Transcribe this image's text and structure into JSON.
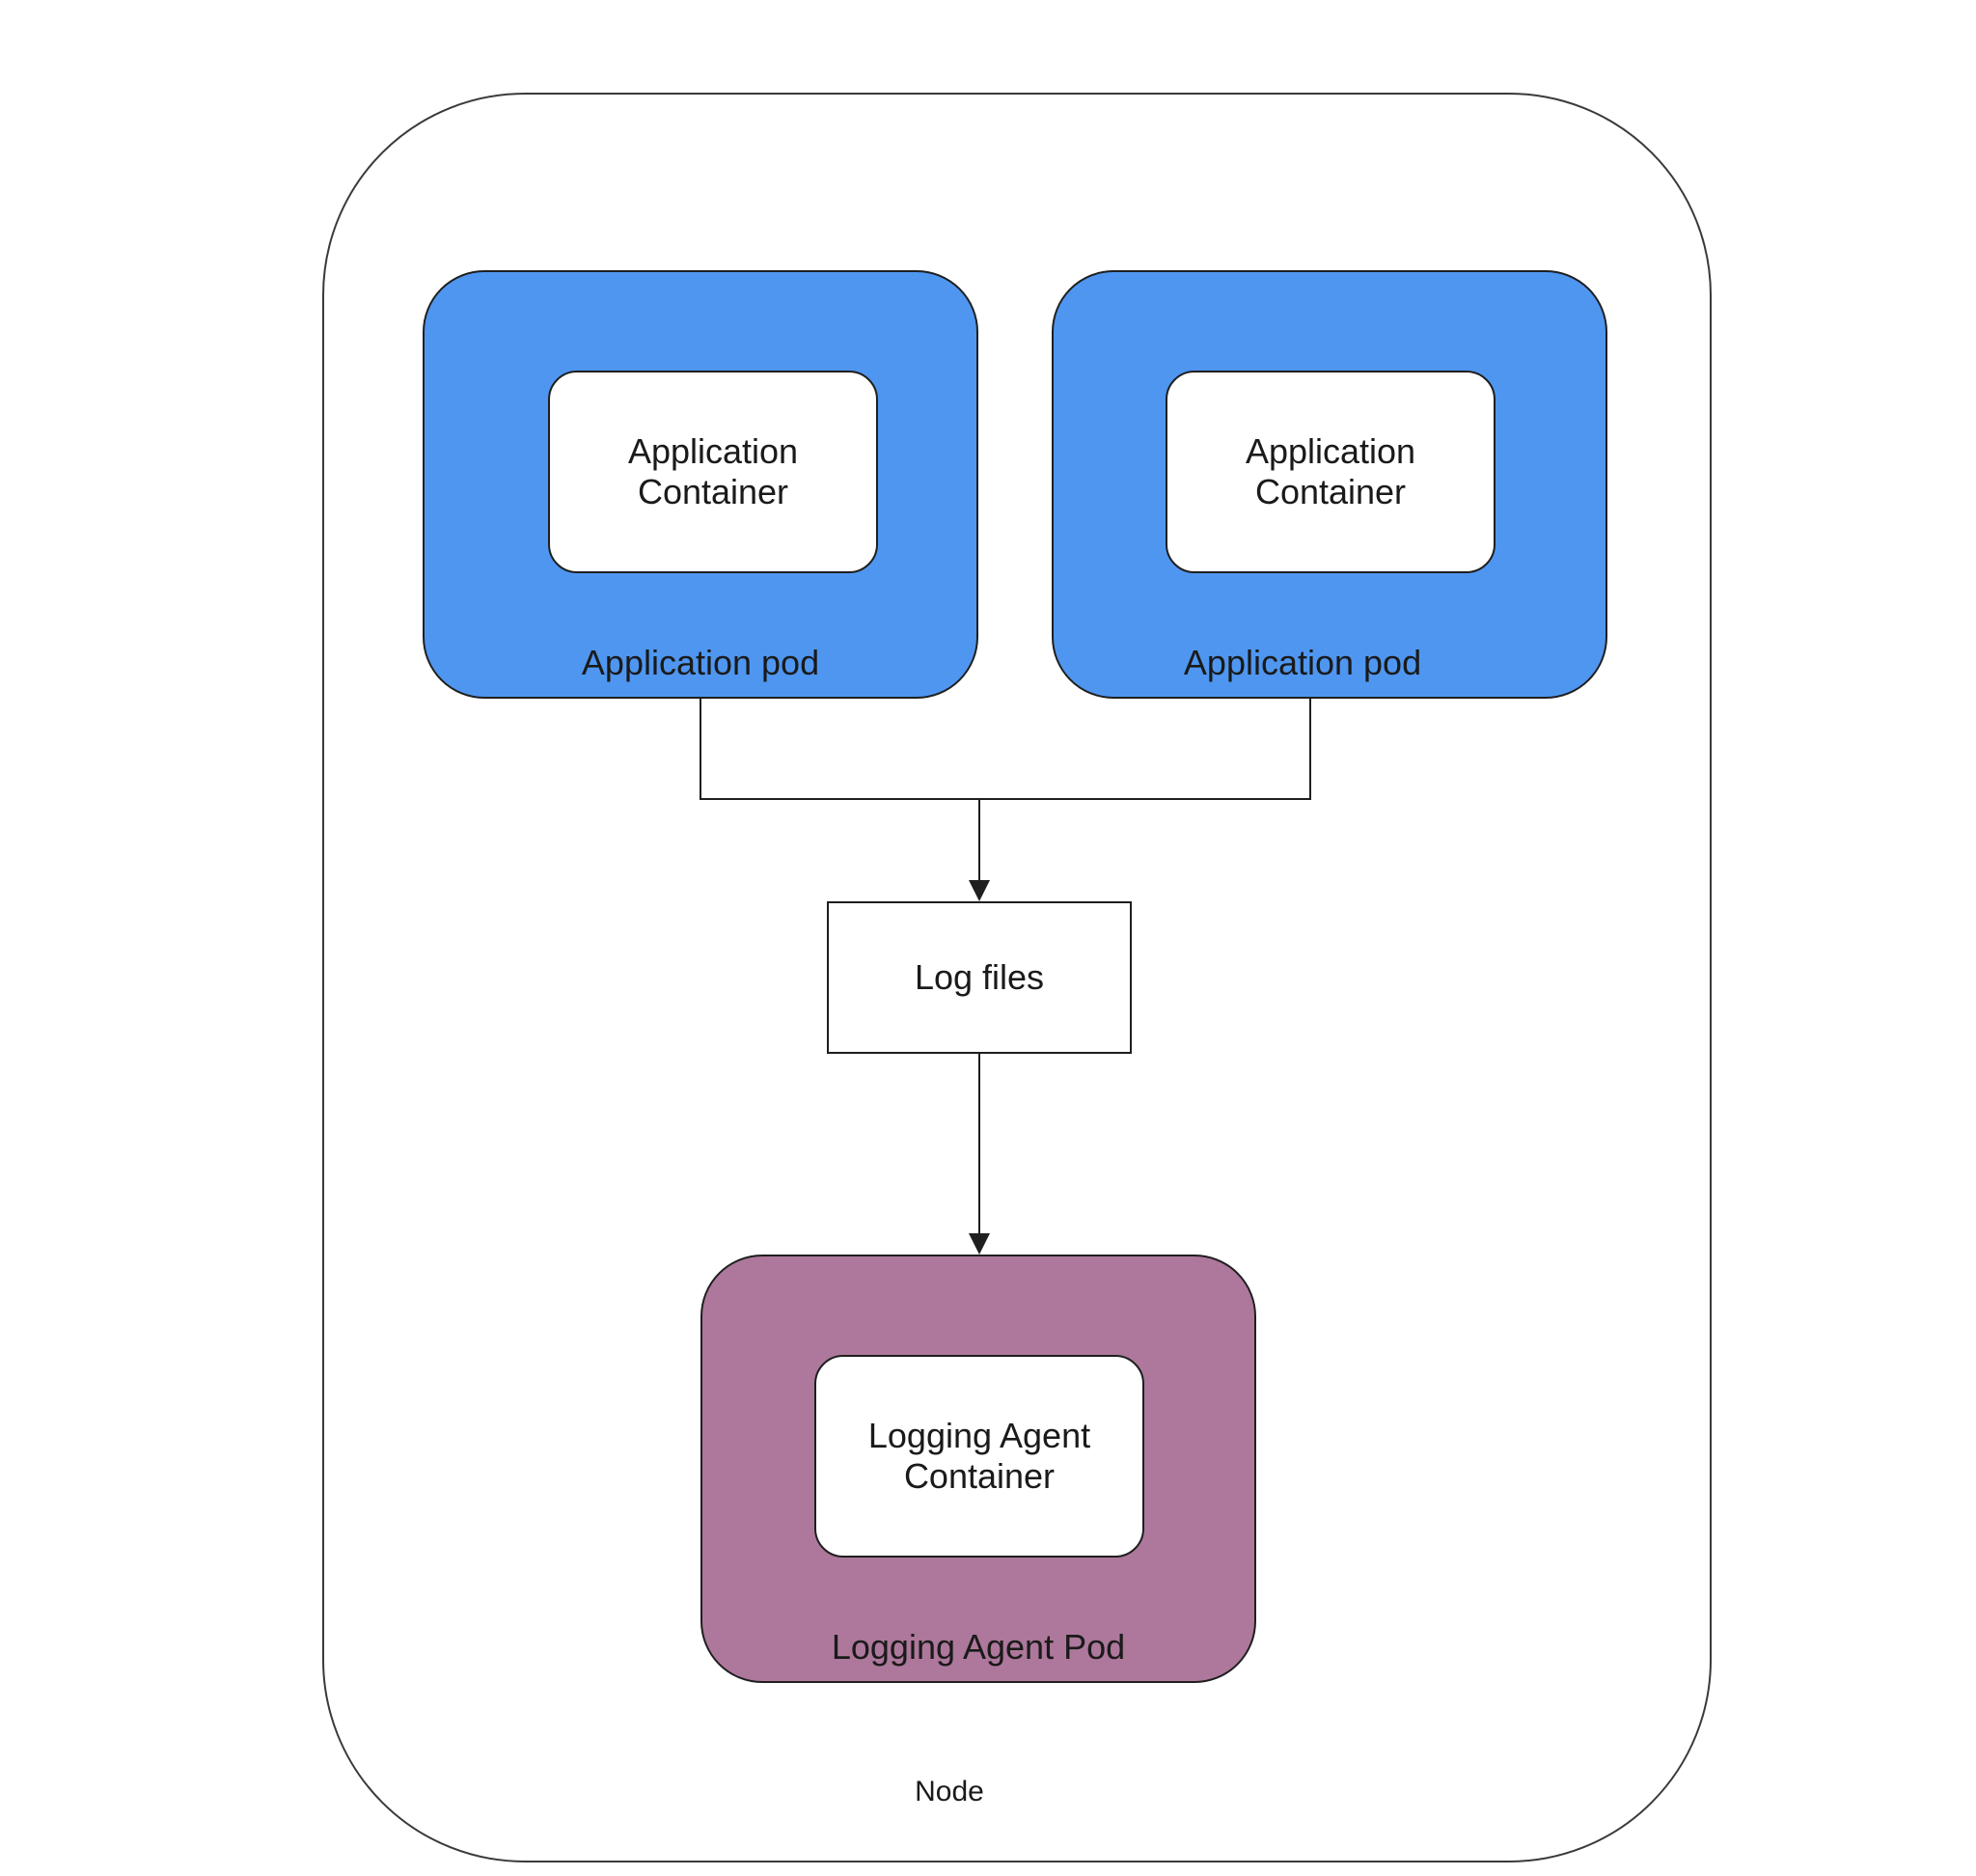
{
  "node": {
    "label": "Node"
  },
  "pods": {
    "app_1": {
      "label": "Application pod",
      "container_label": "Application\nContainer",
      "color": "#4f96f0"
    },
    "app_2": {
      "label": "Application pod",
      "container_label": "Application\nContainer",
      "color": "#4f96f0"
    },
    "agent": {
      "label": "Logging Agent Pod",
      "container_label": "Logging Agent\nContainer",
      "color": "#ad789b"
    }
  },
  "log_files": {
    "label": "Log files"
  }
}
